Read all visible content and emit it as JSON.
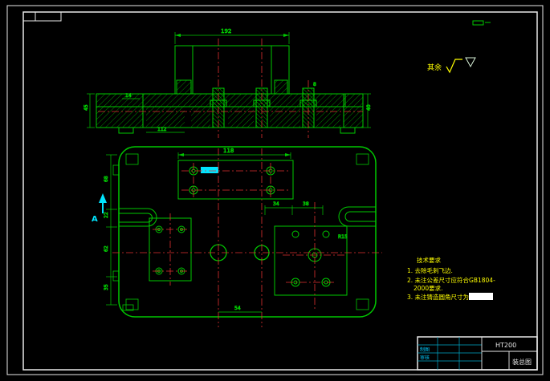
{
  "drawing": {
    "surface_finish": {
      "prefix": "其余",
      "triangle": "▽"
    },
    "section_view": {
      "dim_width": "192",
      "dim_14": "14",
      "dim_112": "112",
      "dim_8": "8",
      "dim_left": "45",
      "dim_right": "40"
    },
    "plan_view": {
      "dim_118": "118",
      "dim_34": "34",
      "dim_38": "38",
      "dim_54": "54",
      "dim_r15": "R15",
      "left_dims": [
        "68",
        "22",
        "62",
        "35"
      ],
      "section_arrow": "A"
    },
    "notes": {
      "title": "技术要求",
      "line1": "1. 去除毛刺飞边.",
      "line2": "2. 未注公差尺寸应符合GB1804-",
      "line2b": "2000要求.",
      "line3": "3. 未注铸造圆角尺寸为"
    },
    "title_block": {
      "material": "HT200",
      "drawing_name": "装总图",
      "row_label_1": "制图",
      "row_label_2": "审核"
    },
    "colors": {
      "line_green": "#00c800",
      "centerline_red": "#e03030",
      "note_yellow": "#ffff00",
      "highlight_cyan": "#00e5ff",
      "border_white": "#e8e8e8"
    }
  }
}
